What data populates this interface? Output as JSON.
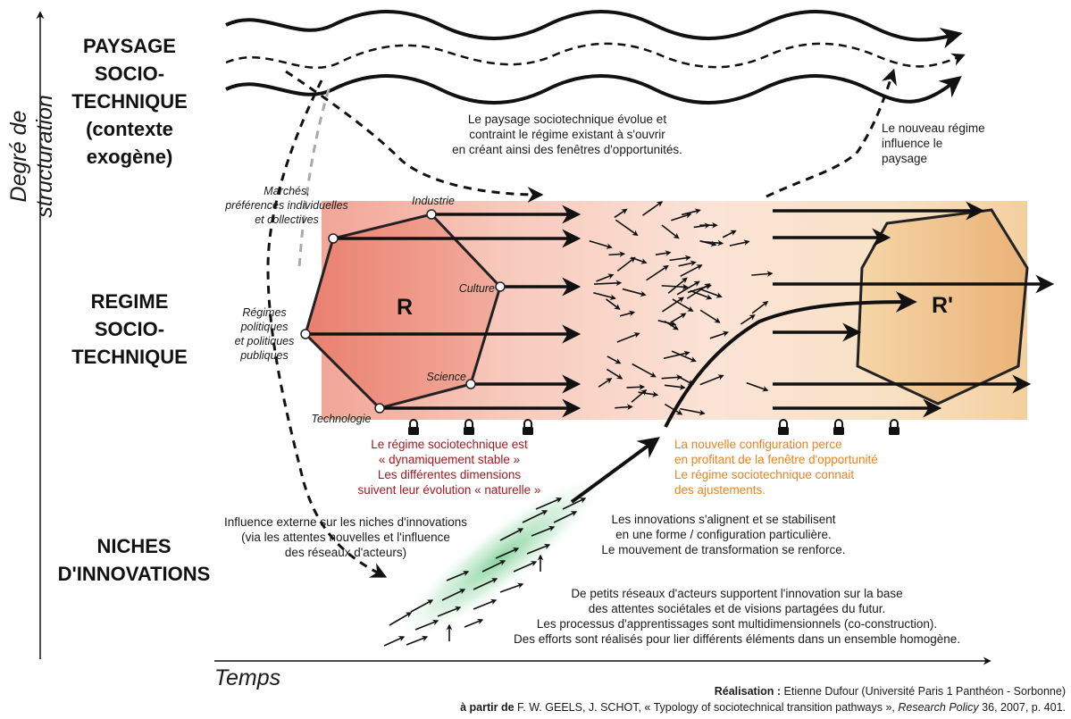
{
  "axes": {
    "y_label": "Degré de structuration",
    "x_label": "Temps"
  },
  "levels": {
    "landscape": "PAYSAGE\nSOCIO-\nTECHNIQUE\n(contexte\nexogène)",
    "regime": "REGIME\nSOCIO-\nTECHNIQUE",
    "niches": "NICHES\nD'INNOVATIONS"
  },
  "nodes": {
    "r_label": "R",
    "r_prime_label": "R'"
  },
  "dimensions": {
    "markets": "Marchés,\npréférences individuelles\net collectives",
    "industry": "Industrie",
    "culture": "Culture",
    "policy": "Régimes\npolitiques\net politiques\npubliques",
    "science": "Science",
    "technology": "Technologie"
  },
  "annotations": {
    "landscape_pressure": "Le paysage sociotechnique évolue et\ncontraint le régime existant à s'ouvrir\nen créant ainsi des fenêtres d'opportunités.",
    "new_regime_influence": "Le nouveau régime\ninfluence le\npaysage",
    "stable_regime": "Le régime sociotechnique est\n« dynamiquement stable »\nLes différentes dimensions\nsuivent leur évolution « naturelle »",
    "breakthrough": "La nouvelle configuration perce\nen profitant de la fenêtre d'opportunité\nLe régime sociotechnique connait\ndes ajustements.",
    "external_influence": "Influence externe sur les niches d'innovations\n(via les attentes nouvelles et l'influence\ndes réseaux d'acteurs)",
    "alignment": "Les innovations s'alignent et se stabilisent\nen une forme / configuration particulière.\nLe mouvement de transformation se renforce.",
    "niche_networks": "De petits réseaux d'acteurs supportent l'innovation sur la base\ndes attentes sociétales et de visions partagées du futur.\nLes processus d'apprentissages sont multidimensionnels (co-construction).\nDes efforts sont réalisés pour lier différents éléments dans un ensemble homogène."
  },
  "credit": {
    "line1_label": "Réalisation :",
    "line1_text": " Etienne Dufour (Université Paris 1 Panthéon - Sorbonne)",
    "line2_label": "à partir de",
    "line2_text": " F. W. GEELS, J. SCHOT, « Typology of sociotechnical transition pathways », ",
    "line2_journal": "Research Policy",
    "line2_end": " 36, 2007, p. 401."
  },
  "colors": {
    "regime_r": "#ec8b7c",
    "regime_r_prime": "#eec08a",
    "niche_glow": "#8fd3a6",
    "red_text": "#a3191f",
    "orange_text": "#e8831f"
  }
}
